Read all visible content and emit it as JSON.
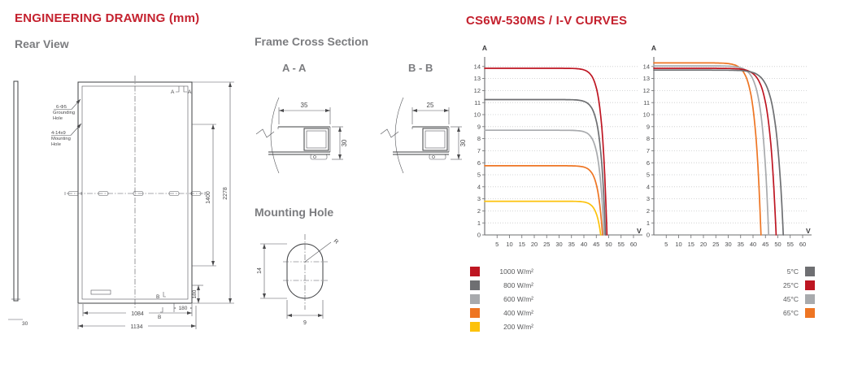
{
  "engineering": {
    "title": "ENGINEERING DRAWING (mm)",
    "rear_view_label": "Rear View",
    "callouts": {
      "grounding_line1": "6-Φ5",
      "grounding_line2": "Grounding",
      "grounding_line3": "Hole",
      "mounting_line1": "4-14x9",
      "mounting_line2": "Mounting",
      "mounting_line3": "Hole"
    },
    "section_marks": {
      "a": "A",
      "b": "B"
    },
    "dimensions": {
      "side_thickness": "30",
      "module_length": "2278",
      "mounting_span": "1400",
      "module_width": "1134",
      "inner_width": "1084",
      "corner_offset_h": "180",
      "corner_offset_v": "180"
    }
  },
  "frame": {
    "title": "Frame Cross Section",
    "aa_label": "A - A",
    "bb_label": "B - B",
    "aa_width": "35",
    "aa_height": "30",
    "bb_width": "25",
    "bb_height": "30"
  },
  "mounting_hole": {
    "title": "Mounting Hole",
    "height": "14",
    "width": "9",
    "radius_label": "R"
  },
  "iv": {
    "title": "CS6W-530MS / I-V CURVES"
  },
  "colors": {
    "accent_red": "#c4212e",
    "heading_gray": "#7b7c7f",
    "curve_red": "#be1622",
    "curve_dark_gray": "#6e6f72",
    "curve_light_gray": "#a8aaad",
    "curve_orange": "#ee7523",
    "curve_yellow": "#fcc20c"
  },
  "chart_data": [
    {
      "type": "line",
      "title": "I-V curves at different irradiance levels",
      "xlabel": "V",
      "ylabel": "A",
      "xlim": [
        0,
        63
      ],
      "ylim": [
        0,
        14
      ],
      "x_ticks": [
        5,
        10,
        15,
        20,
        25,
        30,
        35,
        40,
        45,
        50,
        55,
        60
      ],
      "y_tick_step": 1,
      "grid": "horizontal-dotted",
      "legend_position": "below-left",
      "series": [
        {
          "name": "1000 W/m²",
          "color": "#be1622",
          "isc": 13.85,
          "voc": 49.3,
          "knee": 2.0
        },
        {
          "name": "800 W/m²",
          "color": "#6e6f72",
          "isc": 11.25,
          "voc": 48.7,
          "knee": 2.0
        },
        {
          "name": "600 W/m²",
          "color": "#a8aaad",
          "isc": 8.7,
          "voc": 48.1,
          "knee": 1.9
        },
        {
          "name": "400 W/m²",
          "color": "#ee7523",
          "isc": 5.75,
          "voc": 47.5,
          "knee": 1.9
        },
        {
          "name": "200 W/m²",
          "color": "#fcc20c",
          "isc": 2.8,
          "voc": 46.8,
          "knee": 1.8
        }
      ]
    },
    {
      "type": "line",
      "title": "I-V curves at different cell temperatures",
      "xlabel": "V",
      "ylabel": "A",
      "xlim": [
        0,
        63
      ],
      "ylim": [
        0,
        14
      ],
      "x_ticks": [
        5,
        10,
        15,
        20,
        25,
        30,
        35,
        40,
        45,
        50,
        55,
        60
      ],
      "y_tick_step": 1,
      "grid": "horizontal-dotted",
      "legend_position": "below-right",
      "series": [
        {
          "name": "5°C",
          "color": "#6e6f72",
          "isc": 13.7,
          "voc": 52.2,
          "knee": 2.9
        },
        {
          "name": "25°C",
          "color": "#be1622",
          "isc": 13.85,
          "voc": 49.3,
          "knee": 2.7
        },
        {
          "name": "45°C",
          "color": "#a8aaad",
          "isc": 14.05,
          "voc": 46.3,
          "knee": 2.5
        },
        {
          "name": "65°C",
          "color": "#ee7523",
          "isc": 14.3,
          "voc": 43.2,
          "knee": 2.4
        }
      ]
    }
  ]
}
